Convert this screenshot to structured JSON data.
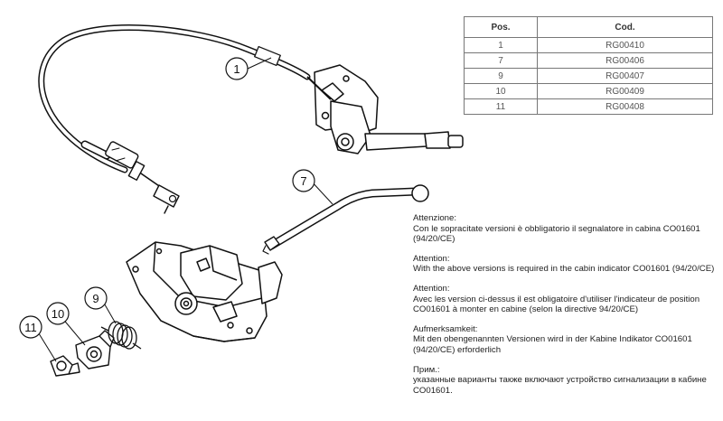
{
  "callouts": {
    "c1": "1",
    "c7": "7",
    "c9": "9",
    "c10": "10",
    "c11": "11"
  },
  "parts_table": {
    "headers": {
      "pos": "Pos.",
      "cod": "Cod."
    },
    "rows": [
      {
        "pos": "1",
        "cod": "RG00410"
      },
      {
        "pos": "7",
        "cod": "RG00406"
      },
      {
        "pos": "9",
        "cod": "RG00407"
      },
      {
        "pos": "10",
        "cod": "RG00409"
      },
      {
        "pos": "11",
        "cod": "RG00408"
      }
    ]
  },
  "notes": [
    {
      "title": "Attenzione:",
      "body": "Con le sopracitate versioni è obbligatorio il segnalatore in cabina CO01601 (94/20/CE)"
    },
    {
      "title": "Attention:",
      "body": "With the above versions is required in the cabin indicator CO01601 (94/20/CE)"
    },
    {
      "title": "Attention:",
      "body": "Avec les version ci-dessus il est obligatoire d'utiliser l'indicateur de position CO01601 à monter en cabine (selon la directive 94/20/CE)"
    },
    {
      "title": "Aufmerksamkeit:",
      "body": "Mit den obengenannten Versionen wird in der Kabine Indikator CO01601 (94/20/CE) erforderlich"
    },
    {
      "title": "Прим.:",
      "body": "указанные варианты также включают устройство сигнализации в кабине CO01601."
    }
  ]
}
